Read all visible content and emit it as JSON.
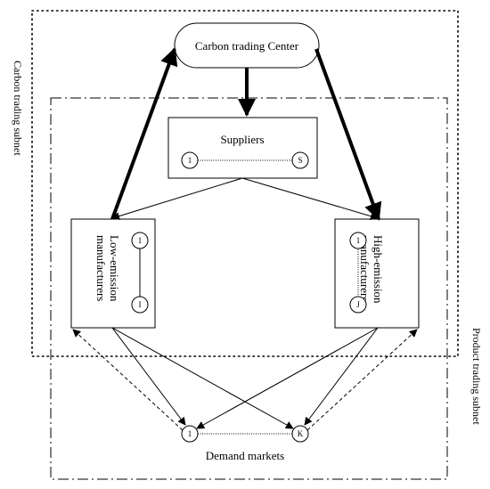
{
  "subnets": {
    "carbon": "Carbon trading subnet",
    "product": "Product trading subnet"
  },
  "center": {
    "label": "Carbon trading Center"
  },
  "suppliers": {
    "label": "Suppliers",
    "first": "1",
    "last": "S"
  },
  "low": {
    "line1": "Low-emission",
    "line2": "manufacturers",
    "first": "1",
    "last": "I"
  },
  "high": {
    "line1": "High-emission",
    "line2": "manufacturers",
    "first": "1",
    "last": "J"
  },
  "markets": {
    "label": "Demand markets",
    "first": "1",
    "last": "K"
  }
}
